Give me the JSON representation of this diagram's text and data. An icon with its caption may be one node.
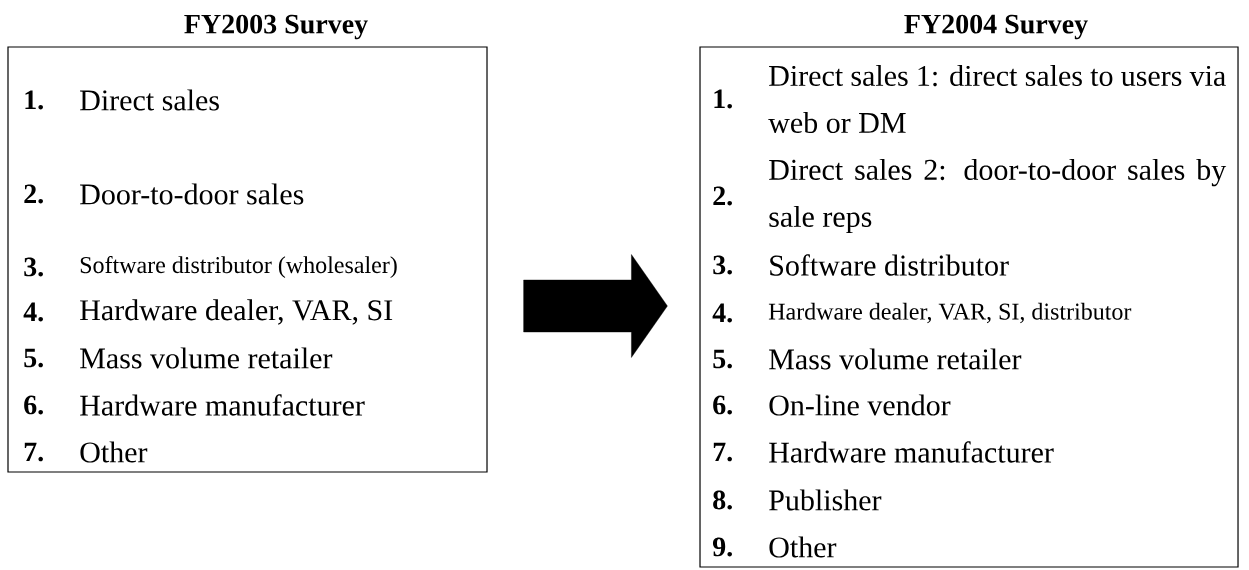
{
  "diagram": {
    "nodes": [
      {
        "text": [
          "FY2003 Survey",
          "1.",
          "Direct sales",
          "2.",
          "Door-to-door sales",
          "3.",
          "Software distributor (wholesaler)",
          "4.",
          "Hardware dealer, VAR, SI",
          "5.",
          "Mass volume retailer",
          "6.",
          "Hardware manufacturer",
          "7.",
          "Other"
        ]
      },
      {
        "text": [
          "FY2004 Survey",
          "1.",
          "Direct sales 1: direct sales to users via web or DM",
          "2.",
          "Direct sales 2: door-to-door sales by sale reps",
          "3.",
          "Software distributor",
          "4.",
          "Hardware dealer, VAR, SI, distributor",
          "5.",
          "Mass volume retailer",
          "6.",
          "On-line vendor",
          "7.",
          "Hardware manufacturer",
          "8.",
          "Publisher",
          "9.",
          "Other"
        ]
      }
    ],
    "edges": [
      {
        "from": 0,
        "to": 1,
        "arrow": "to"
      }
    ]
  }
}
